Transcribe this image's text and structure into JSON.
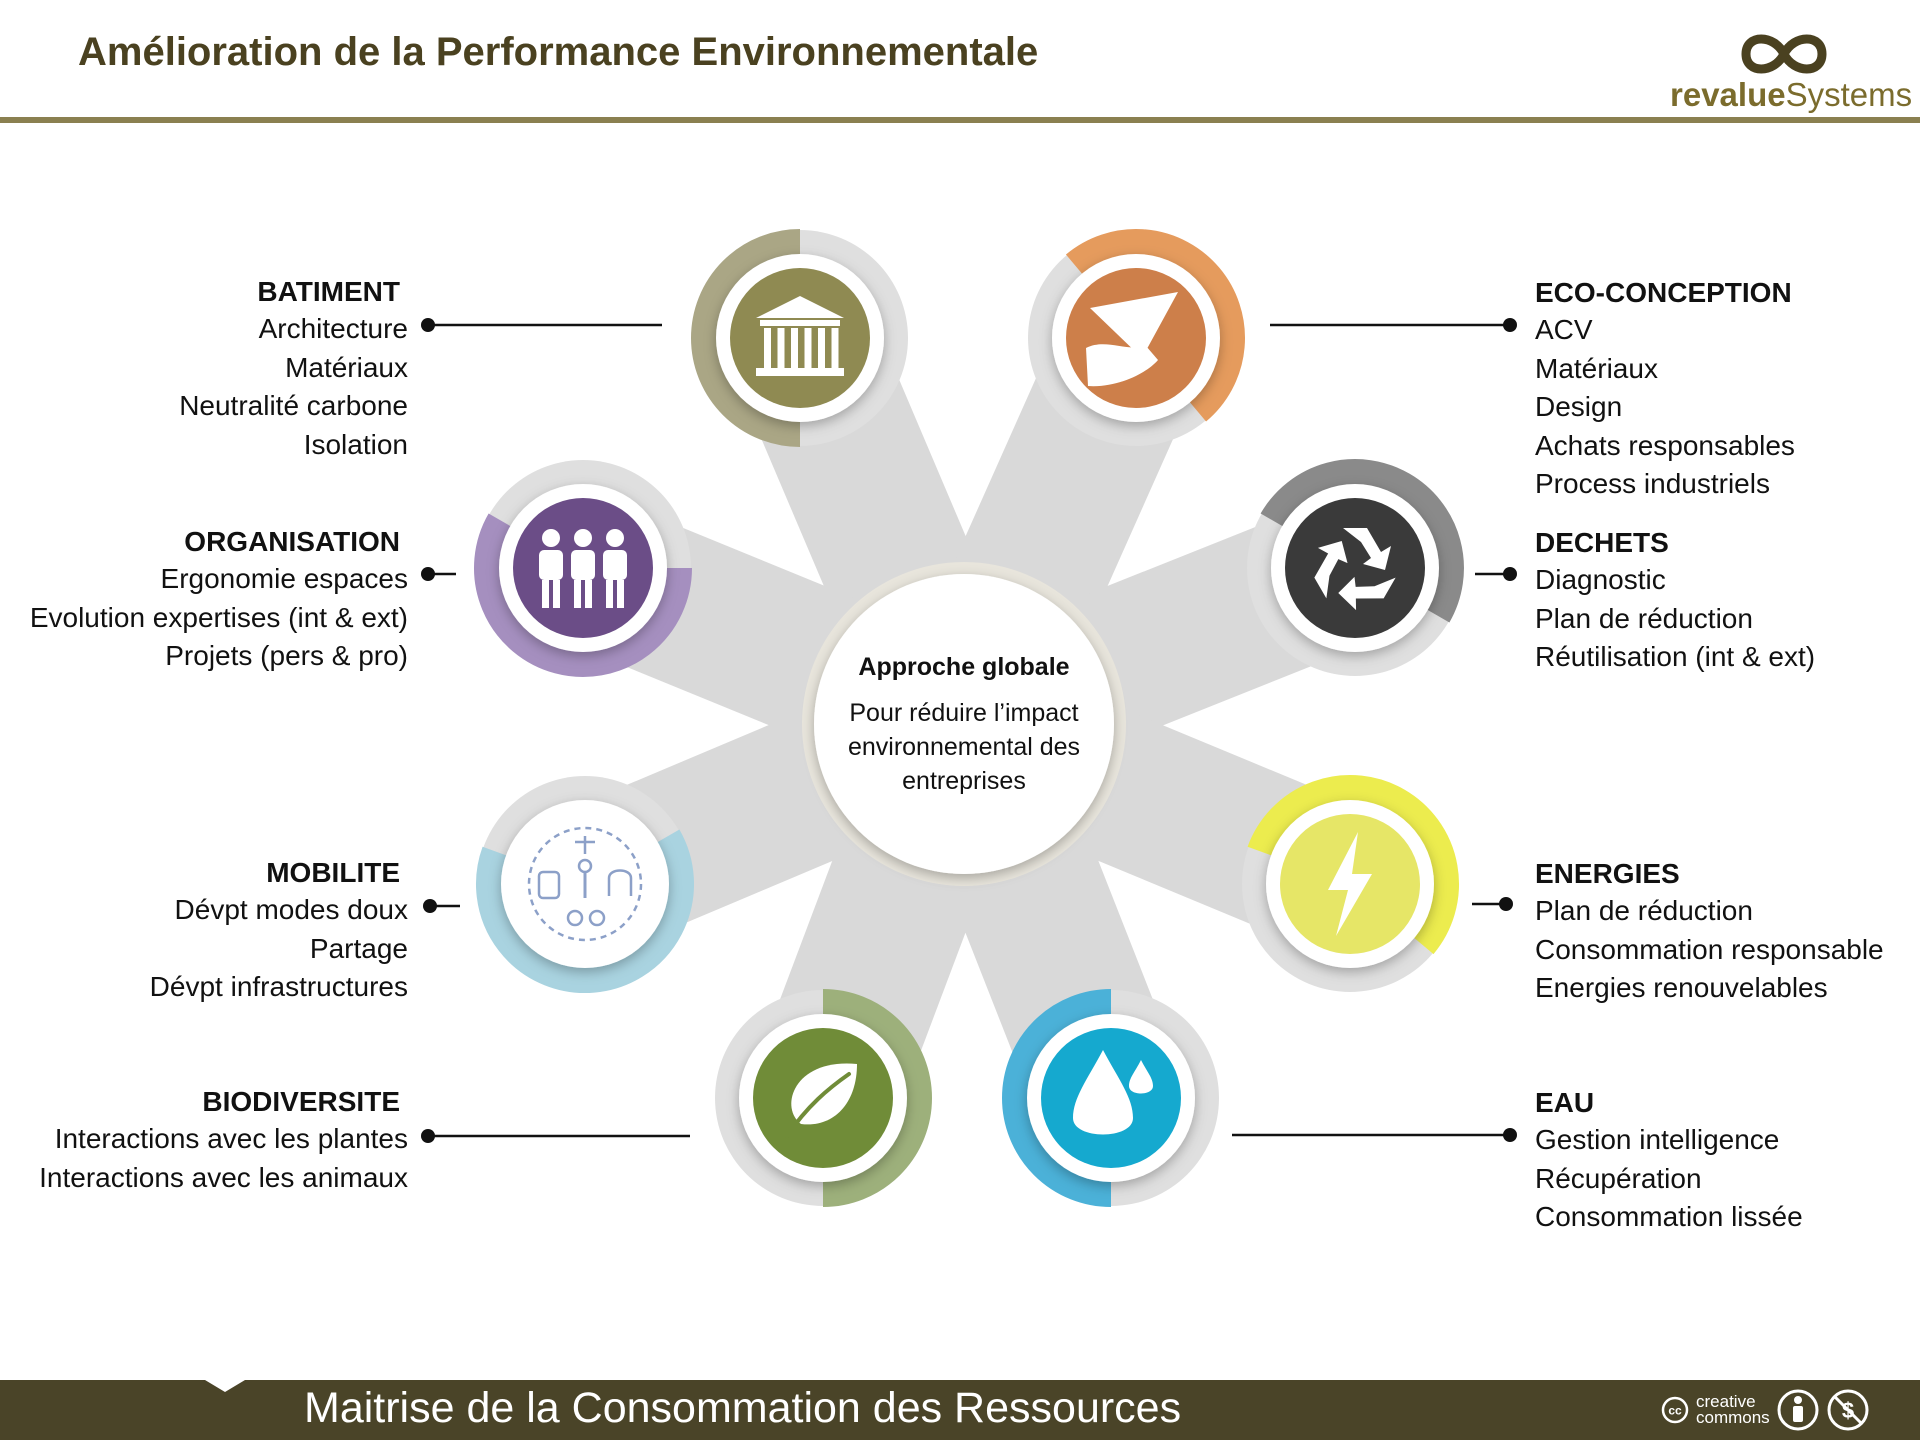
{
  "header": {
    "title": "Amélioration de la Performance Environnementale",
    "logo_part1": "revalue",
    "logo_part2": "Systems"
  },
  "center": {
    "title": "Approche globale",
    "text": "Pour réduire l’impact environnemental des entreprises"
  },
  "categories": [
    {
      "id": "batiment",
      "title": "BATIMENT",
      "items": [
        "Architecture",
        "Matériaux",
        "Neutralité carbone",
        "Isolation"
      ],
      "icon": "building-icon",
      "color": "#8f8a52",
      "ring": "#aaa685"
    },
    {
      "id": "eco-conception",
      "title": "ECO-CONCEPTION",
      "items": [
        "ACV",
        "Matériaux",
        "Design",
        "Achats responsables",
        "Process industriels"
      ],
      "icon": "design-hand-icon",
      "color": "#cd7f4a",
      "ring": "#e59b5d"
    },
    {
      "id": "organisation",
      "title": "ORGANISATION",
      "items": [
        "Ergonomie espaces",
        "Evolution expertises (int & ext)",
        "Projets (pers & pro)"
      ],
      "icon": "people-icon",
      "color": "#6b4d87",
      "ring": "#a58fbf"
    },
    {
      "id": "dechets",
      "title": "DECHETS",
      "items": [
        "Diagnostic",
        "Plan de réduction",
        "Réutilisation (int & ext)"
      ],
      "icon": "recycle-icon",
      "color": "#3a3a3a",
      "ring": "#8a8a8a"
    },
    {
      "id": "mobilite",
      "title": "MOBILITE",
      "items": [
        "Dévpt modes doux",
        "Partage",
        "Dévpt infrastructures"
      ],
      "icon": "transport-icon",
      "color": "#ffffff",
      "ring": "#a9d3e0"
    },
    {
      "id": "energies",
      "title": "ENERGIES",
      "items": [
        "Plan de réduction",
        "Consommation responsable",
        "Energies renouvelables"
      ],
      "icon": "lightning-icon",
      "color": "#e6e667",
      "ring": "#ecec4e"
    },
    {
      "id": "biodiversite",
      "title": "BIODIVERSITE",
      "items": [
        "Interactions avec les plantes",
        "Interactions avec les animaux"
      ],
      "icon": "leaf-icon",
      "color": "#708c38",
      "ring": "#9db07b"
    },
    {
      "id": "eau",
      "title": "EAU",
      "items": [
        "Gestion intelligence",
        "Récupération",
        "Consommation lissée"
      ],
      "icon": "water-drop-icon",
      "color": "#15a9cf",
      "ring": "#4bb1d8"
    }
  ],
  "footer": {
    "title": "Maitrise de la Consommation des Ressources",
    "license_line1": "creative",
    "license_line2": "commons"
  }
}
